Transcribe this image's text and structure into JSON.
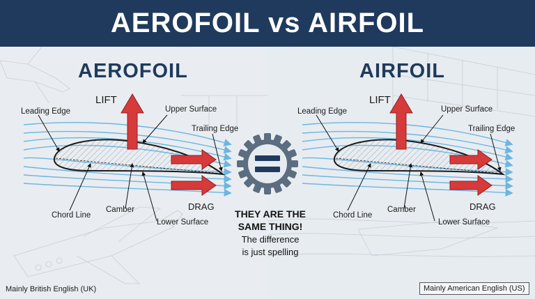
{
  "banner": {
    "title": "AEROFOIL vs AIRFOIL"
  },
  "left_panel": {
    "title": "AEROFOIL",
    "labels": {
      "lift": "LIFT",
      "leading_edge": "Leading Edge",
      "upper_surface": "Upper Surface",
      "trailing_edge": "Trailing Edge",
      "chord_line": "Chord Line",
      "camber": "Camber",
      "drag": "DRAG",
      "lower_surface": "Lower Surface"
    },
    "footer": "Mainly British English (UK)"
  },
  "right_panel": {
    "title": "AIRFOIL",
    "labels": {
      "lift": "LIFT",
      "leading_edge": "Leading Edge",
      "upper_surface": "Upper Surface",
      "trailing_edge": "Trailing Edge",
      "chord_line": "Chord Line",
      "camber": "Camber",
      "drag": "DRAG",
      "lower_surface": "Lower Surface"
    },
    "footer": "Mainly American English (US)"
  },
  "center": {
    "headline_line1": "THEY ARE THE",
    "headline_line2": "SAME THING!",
    "subtext_line1": "The difference",
    "subtext_line2": "is just spelling"
  },
  "colors": {
    "banner": "#1f3a5c",
    "title_text": "#1f3a5c",
    "arrow_red": "#d63a3a",
    "airflow_blue": "#6cb6e0",
    "gear_grey": "#5c6d80",
    "equals_navy": "#1f3a5c"
  },
  "icons": [
    "gear-icon",
    "equals-icon",
    "lift-arrow",
    "drag-arrow"
  ]
}
